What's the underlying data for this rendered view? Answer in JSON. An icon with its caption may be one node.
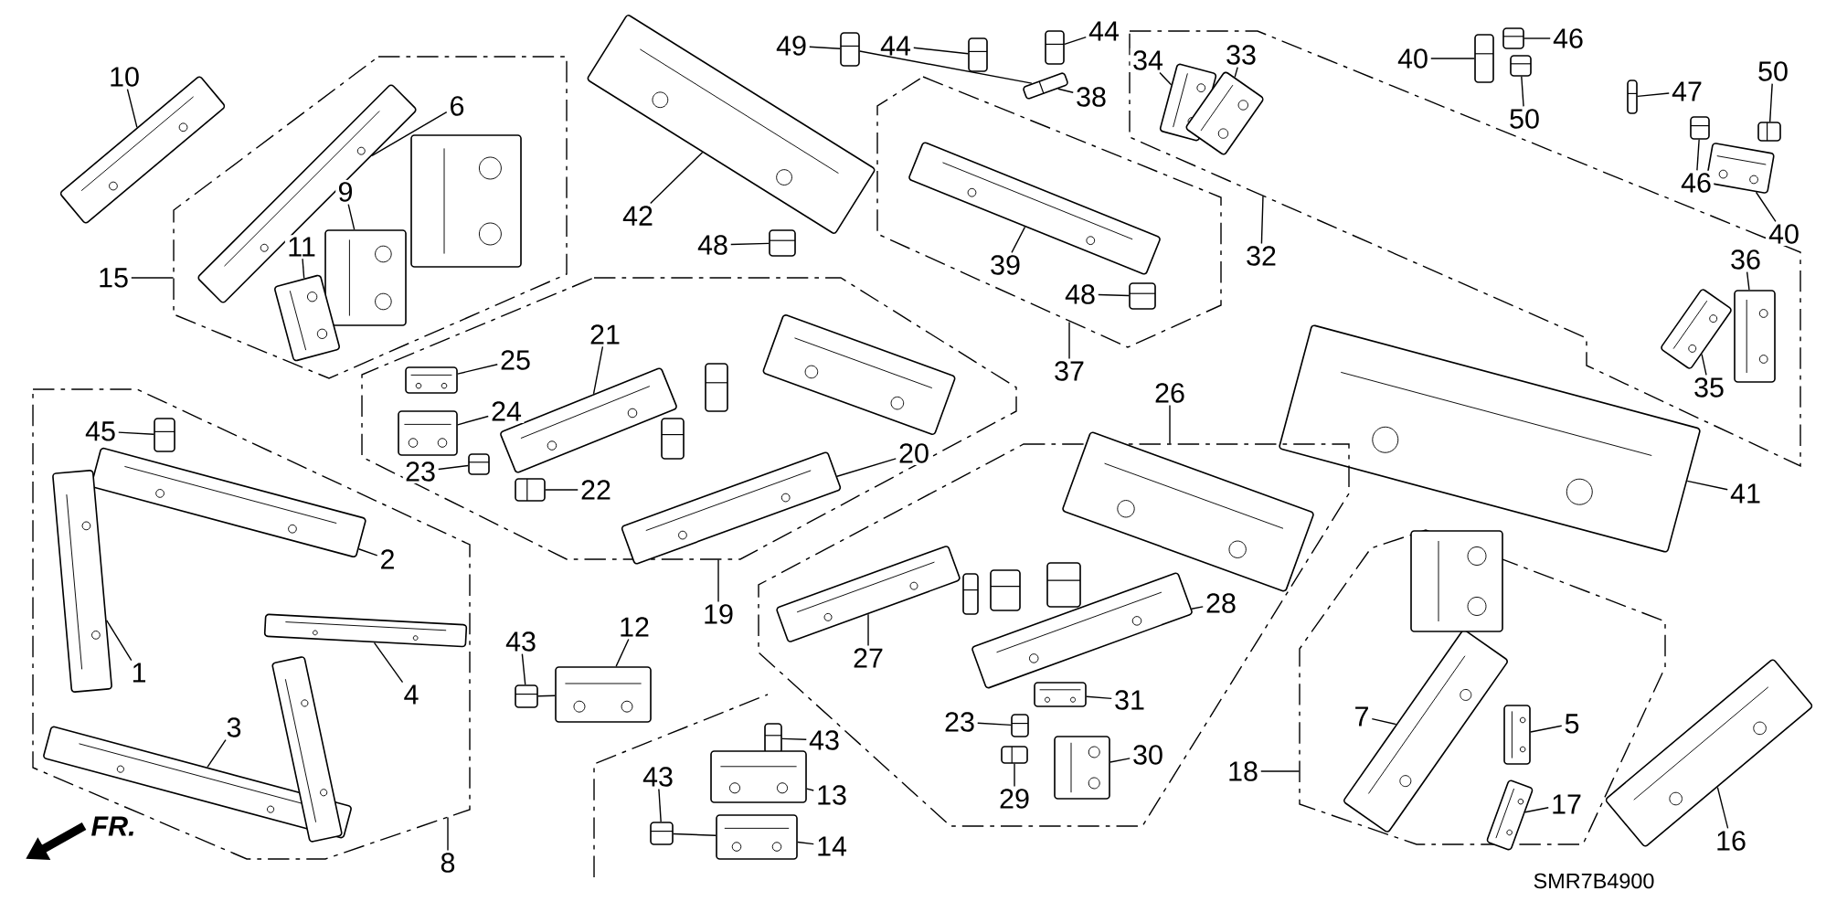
{
  "diagram": {
    "nodes": [
      {
        "text": [],
        "shape": "polygon"
      },
      {
        "text": [
          "10"
        ]
      },
      {
        "text": [],
        "shape": "picture"
      },
      {
        "text": [
          "6"
        ],
        "in": 0
      },
      {
        "text": [],
        "shape": "picture",
        "in": 0
      },
      {
        "text": [
          "9"
        ],
        "in": 0
      },
      {
        "text": [],
        "shape": "picture",
        "in": 0
      },
      {
        "text": [
          "11"
        ],
        "in": 0
      },
      {
        "text": [],
        "shape": "picture",
        "in": 0
      },
      {
        "text": [
          "15"
        ]
      },
      {
        "text": [
          "42"
        ]
      },
      {
        "text": [],
        "shape": "picture"
      },
      {
        "text": [
          "48"
        ]
      },
      {
        "text": [],
        "shape": "picture"
      },
      {
        "text": [
          "49"
        ]
      },
      {
        "text": [],
        "shape": "picture"
      },
      {
        "text": [
          "44"
        ]
      },
      {
        "text": [],
        "shape": "picture"
      },
      {
        "text": [],
        "shape": "polygon"
      },
      {
        "text": [
          "44"
        ]
      },
      {
        "text": [],
        "shape": "picture"
      },
      {
        "text": [
          "38"
        ]
      },
      {
        "text": [],
        "shape": "picture"
      },
      {
        "text": [
          "39"
        ],
        "in": 18
      },
      {
        "text": [],
        "shape": "picture",
        "in": 18
      },
      {
        "text": [
          "48"
        ],
        "in": 18
      },
      {
        "text": [],
        "shape": "picture",
        "in": 18
      },
      {
        "text": [
          "37"
        ]
      },
      {
        "text": [],
        "shape": "polygon"
      },
      {
        "text": [
          "34"
        ],
        "in": 28
      },
      {
        "text": [],
        "shape": "picture",
        "in": 28
      },
      {
        "text": [
          "33"
        ],
        "in": 28
      },
      {
        "text": [],
        "shape": "picture",
        "in": 28
      },
      {
        "text": [
          "32"
        ]
      },
      {
        "text": [
          "40"
        ]
      },
      {
        "text": [],
        "shape": "picture"
      },
      {
        "text": [
          "46"
        ]
      },
      {
        "text": [],
        "shape": "picture"
      },
      {
        "text": [
          "50"
        ]
      },
      {
        "text": [],
        "shape": "picture"
      },
      {
        "text": [
          "47"
        ]
      },
      {
        "text": [],
        "shape": "picture"
      },
      {
        "text": [
          "50"
        ]
      },
      {
        "text": [],
        "shape": "picture"
      },
      {
        "text": [
          "46"
        ]
      },
      {
        "text": [],
        "shape": "picture"
      },
      {
        "text": [
          "40"
        ]
      },
      {
        "text": [],
        "shape": "picture"
      },
      {
        "text": [
          "36"
        ],
        "in": 28
      },
      {
        "text": [],
        "shape": "picture",
        "in": 28
      },
      {
        "text": [
          "35"
        ],
        "in": 28
      },
      {
        "text": [],
        "shape": "picture",
        "in": 28
      },
      {
        "text": [
          "41"
        ]
      },
      {
        "text": [],
        "shape": "picture"
      },
      {
        "text": [],
        "shape": "polygon"
      },
      {
        "text": [
          "25"
        ],
        "in": 54
      },
      {
        "text": [],
        "shape": "picture",
        "in": 54
      },
      {
        "text": [
          "24"
        ],
        "in": 54
      },
      {
        "text": [],
        "shape": "picture",
        "in": 54
      },
      {
        "text": [
          "21"
        ],
        "in": 54
      },
      {
        "text": [],
        "shape": "picture",
        "in": 54
      },
      {
        "text": [
          "23"
        ],
        "in": 54
      },
      {
        "text": [],
        "shape": "picture",
        "in": 54
      },
      {
        "text": [
          "22"
        ],
        "in": 54
      },
      {
        "text": [],
        "shape": "picture",
        "in": 54
      },
      {
        "text": [
          "20"
        ],
        "in": 54
      },
      {
        "text": [],
        "shape": "picture",
        "in": 54
      },
      {
        "text": [
          "19"
        ]
      },
      {
        "text": [],
        "shape": "polygon"
      },
      {
        "text": [
          "45"
        ],
        "in": 68
      },
      {
        "text": [],
        "shape": "picture",
        "in": 68
      },
      {
        "text": [
          "2"
        ],
        "in": 68
      },
      {
        "text": [],
        "shape": "picture",
        "in": 68
      },
      {
        "text": [
          "1"
        ],
        "in": 68
      },
      {
        "text": [],
        "shape": "picture",
        "in": 68
      },
      {
        "text": [
          "4"
        ],
        "in": 68
      },
      {
        "text": [],
        "shape": "picture",
        "in": 68
      },
      {
        "text": [
          "3"
        ],
        "in": 68
      },
      {
        "text": [],
        "shape": "picture",
        "in": 68
      },
      {
        "text": [
          "8"
        ]
      },
      {
        "text": [
          "43"
        ]
      },
      {
        "text": [],
        "shape": "picture"
      },
      {
        "text": [
          "12"
        ]
      },
      {
        "text": [],
        "shape": "picture"
      },
      {
        "text": [
          "43"
        ]
      },
      {
        "text": [],
        "shape": "picture"
      },
      {
        "text": [
          "13"
        ]
      },
      {
        "text": [],
        "shape": "picture"
      },
      {
        "text": [
          "43"
        ]
      },
      {
        "text": [],
        "shape": "picture"
      },
      {
        "text": [
          "14"
        ]
      },
      {
        "text": [],
        "shape": "picture"
      },
      {
        "text": [],
        "shape": "polygon"
      },
      {
        "text": [
          "26"
        ]
      },
      {
        "text": [
          "27"
        ],
        "in": 92
      },
      {
        "text": [],
        "shape": "picture",
        "in": 92
      },
      {
        "text": [
          "28"
        ],
        "in": 92
      },
      {
        "text": [],
        "shape": "picture",
        "in": 92
      },
      {
        "text": [
          "31"
        ],
        "in": 92
      },
      {
        "text": [],
        "shape": "picture",
        "in": 92
      },
      {
        "text": [
          "23"
        ],
        "in": 92
      },
      {
        "text": [],
        "shape": "picture",
        "in": 92
      },
      {
        "text": [
          "30"
        ],
        "in": 92
      },
      {
        "text": [],
        "shape": "picture",
        "in": 92
      },
      {
        "text": [
          "29"
        ],
        "in": 92
      },
      {
        "text": [],
        "shape": "picture",
        "in": 92
      },
      {
        "text": [],
        "shape": "polygon"
      },
      {
        "text": [
          "18"
        ]
      },
      {
        "text": [
          "7"
        ],
        "in": 106
      },
      {
        "text": [],
        "shape": "picture",
        "in": 106
      },
      {
        "text": [
          "5"
        ],
        "in": 106
      },
      {
        "text": [],
        "shape": "picture",
        "in": 106
      },
      {
        "text": [
          "17"
        ],
        "in": 106
      },
      {
        "text": [],
        "shape": "picture",
        "in": 106
      },
      {
        "text": [
          "16"
        ]
      },
      {
        "text": [],
        "shape": "picture"
      }
    ],
    "edges": [
      {
        "from": 1,
        "to": 2,
        "arrow": "none"
      },
      {
        "from": 3,
        "to": 4,
        "arrow": "none"
      },
      {
        "from": 5,
        "to": 6,
        "arrow": "none"
      },
      {
        "from": 7,
        "to": 8,
        "arrow": "none"
      },
      {
        "from": 9,
        "to": 0,
        "arrow": "none"
      },
      {
        "from": 10,
        "to": 11,
        "arrow": "none"
      },
      {
        "from": 12,
        "to": 13,
        "arrow": "none"
      },
      {
        "from": 14,
        "to": 15,
        "arrow": "none"
      },
      {
        "from": 16,
        "to": 17,
        "arrow": "none"
      },
      {
        "from": 19,
        "to": 20,
        "arrow": "none"
      },
      {
        "from": 21,
        "to": 22,
        "arrow": "none"
      },
      {
        "from": 23,
        "to": 24,
        "arrow": "none"
      },
      {
        "from": 25,
        "to": 26,
        "arrow": "none"
      },
      {
        "from": 27,
        "to": 18,
        "arrow": "none"
      },
      {
        "from": 29,
        "to": 30,
        "arrow": "none"
      },
      {
        "from": 31,
        "to": 32,
        "arrow": "none"
      },
      {
        "from": 33,
        "to": 28,
        "arrow": "none"
      },
      {
        "from": 34,
        "to": 35,
        "arrow": "none"
      },
      {
        "from": 36,
        "to": 37,
        "arrow": "none"
      },
      {
        "from": 38,
        "to": 39,
        "arrow": "none"
      },
      {
        "from": 40,
        "to": 41,
        "arrow": "none"
      },
      {
        "from": 42,
        "to": 43,
        "arrow": "none"
      },
      {
        "from": 44,
        "to": 45,
        "arrow": "none"
      },
      {
        "from": 46,
        "to": 47,
        "arrow": "none"
      },
      {
        "from": 48,
        "to": 49,
        "arrow": "none"
      },
      {
        "from": 50,
        "to": 51,
        "arrow": "none"
      },
      {
        "from": 52,
        "to": 53,
        "arrow": "none"
      },
      {
        "from": 55,
        "to": 56,
        "arrow": "none"
      },
      {
        "from": 57,
        "to": 58,
        "arrow": "none"
      },
      {
        "from": 59,
        "to": 60,
        "arrow": "none"
      },
      {
        "from": 61,
        "to": 62,
        "arrow": "none"
      },
      {
        "from": 63,
        "to": 64,
        "arrow": "none"
      },
      {
        "from": 65,
        "to": 66,
        "arrow": "none"
      },
      {
        "from": 67,
        "to": 54,
        "arrow": "none"
      },
      {
        "from": 69,
        "to": 70,
        "arrow": "none"
      },
      {
        "from": 71,
        "to": 72,
        "arrow": "none"
      },
      {
        "from": 73,
        "to": 74,
        "arrow": "none"
      },
      {
        "from": 75,
        "to": 76,
        "arrow": "none"
      },
      {
        "from": 77,
        "to": 78,
        "arrow": "none"
      },
      {
        "from": 79,
        "to": 68,
        "arrow": "none"
      },
      {
        "from": 80,
        "to": 81,
        "arrow": "none"
      },
      {
        "from": 82,
        "to": 83,
        "arrow": "none"
      },
      {
        "from": 84,
        "to": 85,
        "arrow": "none"
      },
      {
        "from": 86,
        "to": 87,
        "arrow": "none"
      },
      {
        "from": 88,
        "to": 89,
        "arrow": "none"
      },
      {
        "from": 90,
        "to": 91,
        "arrow": "none"
      },
      {
        "from": 93,
        "to": 92,
        "arrow": "none"
      },
      {
        "from": 94,
        "to": 95,
        "arrow": "none"
      },
      {
        "from": 96,
        "to": 97,
        "arrow": "none"
      },
      {
        "from": 98,
        "to": 99,
        "arrow": "none"
      },
      {
        "from": 100,
        "to": 101,
        "arrow": "none"
      },
      {
        "from": 102,
        "to": 103,
        "arrow": "none"
      },
      {
        "from": 104,
        "to": 105,
        "arrow": "none"
      },
      {
        "from": 107,
        "to": 106,
        "arrow": "none"
      },
      {
        "from": 108,
        "to": 109,
        "arrow": "none"
      },
      {
        "from": 110,
        "to": 111,
        "arrow": "none"
      },
      {
        "from": 112,
        "to": 113,
        "arrow": "none"
      },
      {
        "from": 114,
        "to": 115,
        "arrow": "none"
      },
      {
        "from": 81,
        "to": 83,
        "arrow": "none"
      },
      {
        "from": 89,
        "to": 91,
        "arrow": "none"
      },
      {
        "from": 15,
        "to": 22,
        "arrow": "none"
      }
    ],
    "labels": [
      "FR.",
      "SMR7B4900"
    ]
  }
}
